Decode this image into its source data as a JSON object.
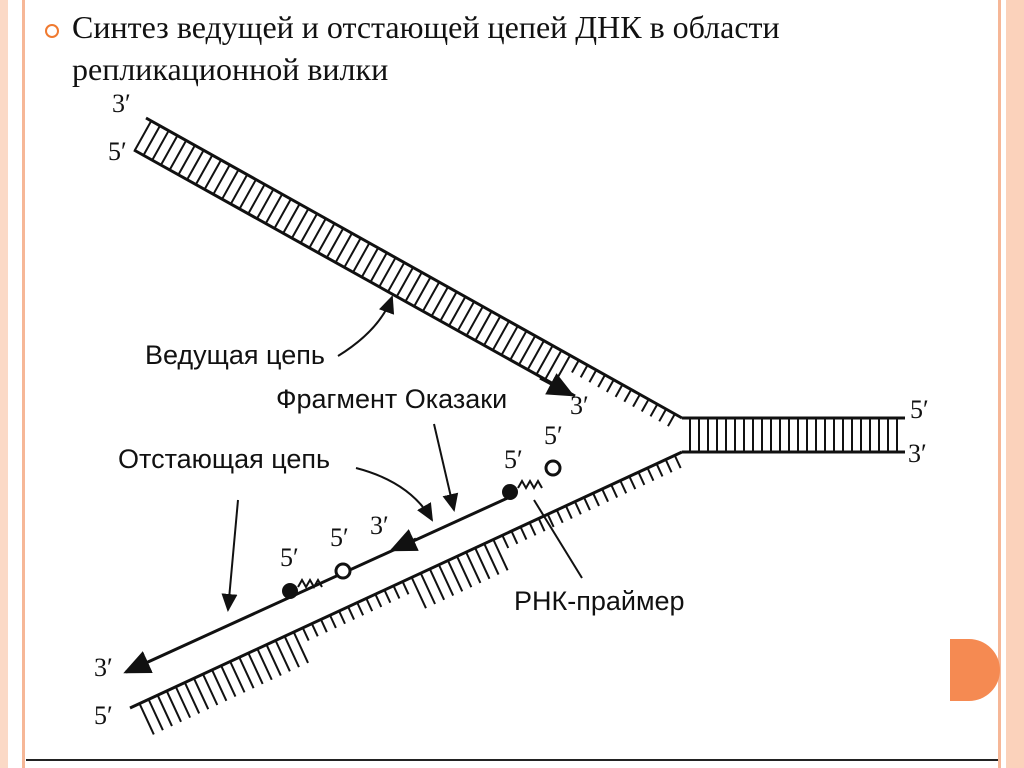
{
  "slide": {
    "title_line1": "Синтез ведущей и отстающей цепей ДНК в области",
    "title_line2": "репликационной вилки",
    "accent_color": "#f07a30"
  },
  "labels": {
    "leading": "Ведущая цепь",
    "okazaki": "Фрагмент Оказаки",
    "lagging": "Отстающая цепь",
    "primer": "РНК-праймер"
  },
  "ends": {
    "top_left_3": "3′",
    "top_left_5": "5′",
    "right_5": "5′",
    "right_3": "3′",
    "leading_tip_3": "3′",
    "primer1_5a": "5′",
    "primer1_5b": "5′",
    "fragment_3": "3′",
    "primer2_5a": "5′",
    "primer2_5b": "5′",
    "bottom_left_3": "3′",
    "bottom_left_5": "5′"
  }
}
